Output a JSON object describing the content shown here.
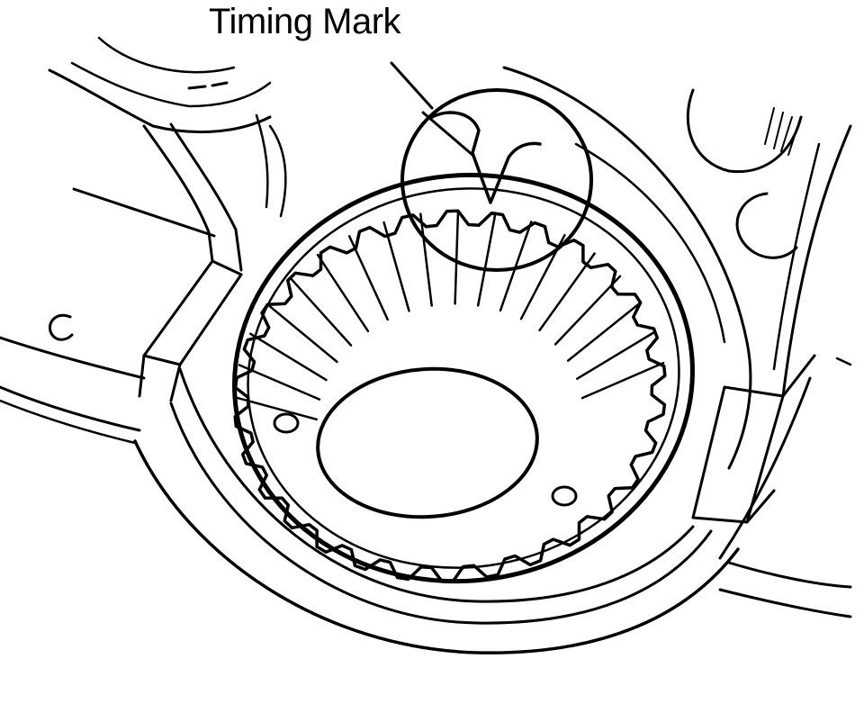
{
  "callout": {
    "label": "Timing Mark"
  },
  "colors": {
    "ink": "#000000",
    "paper": "#ffffff"
  },
  "gear": {
    "tooth_count": 30
  },
  "icons": [
    "timing-mark-circle",
    "sprocket-gear",
    "engine-housing"
  ]
}
